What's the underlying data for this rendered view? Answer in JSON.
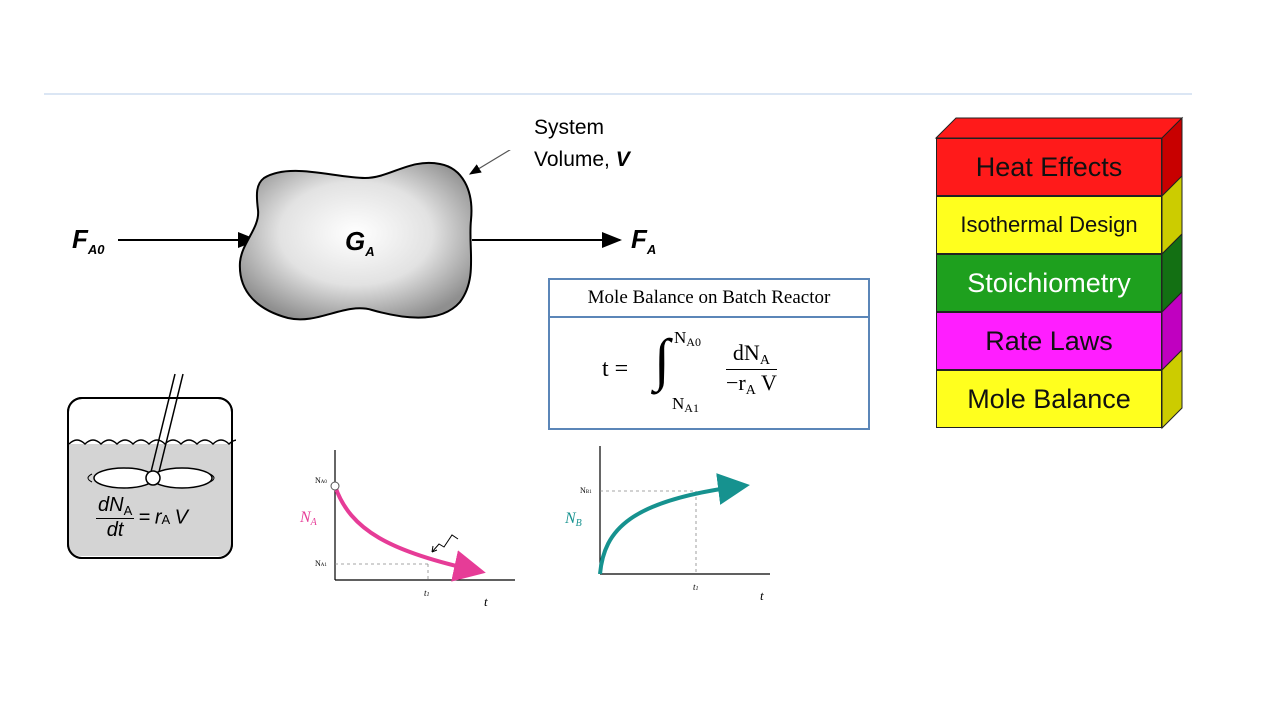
{
  "cv_diagram": {
    "inlet_label": "F",
    "inlet_sub": "A0",
    "outlet_label": "F",
    "outlet_sub": "A",
    "generation_label": "G",
    "generation_sub": "A",
    "system_line1": "System",
    "system_line2": "Volume,",
    "system_var": "V"
  },
  "batch_tank": {
    "eq_num": "dN",
    "eq_num_sub": "A",
    "eq_den": "dt",
    "eq_rhs_eq": "=",
    "eq_rhs_r": "r",
    "eq_rhs_sub": "A",
    "eq_rhs_v": "V"
  },
  "equation_box": {
    "title": "Mole Balance on Batch Reactor",
    "lhs": "t =",
    "upper_limit": "N",
    "upper_sub": "A0",
    "lower_limit": "N",
    "lower_sub": "A1",
    "numerator": "dN",
    "numerator_sub": "A",
    "denominator": "−r",
    "denominator_sub": "A",
    "denominator_v": "V"
  },
  "plot_na": {
    "ylabel": "N",
    "ylabel_sub": "A",
    "y_top_tick": "N",
    "y_top_tick_sub": "A0",
    "y_bot_tick": "N",
    "y_bot_tick_sub": "A1",
    "x_tick": "t",
    "x_tick_sub": "1",
    "xlabel": "t",
    "color": "#e63c97"
  },
  "plot_nb": {
    "ylabel": "N",
    "ylabel_sub": "B",
    "y_tick": "N",
    "y_tick_sub": "B1",
    "x_tick": "t",
    "x_tick_sub": "1",
    "xlabel": "t",
    "color": "#16928f"
  },
  "stack": [
    {
      "label": "Heat Effects",
      "color": "#ff1a1a",
      "side": "#c80000"
    },
    {
      "label": "Isothermal Design",
      "color": "#ffff1e",
      "side": "#cccc00"
    },
    {
      "label": "Stoichiometry",
      "color": "#1ea01e",
      "side": "#137013"
    },
    {
      "label": "Rate Laws",
      "color": "#ff1eff",
      "side": "#c000c0"
    },
    {
      "label": "Mole Balance",
      "color": "#ffff1e",
      "side": "#cccc00"
    }
  ]
}
